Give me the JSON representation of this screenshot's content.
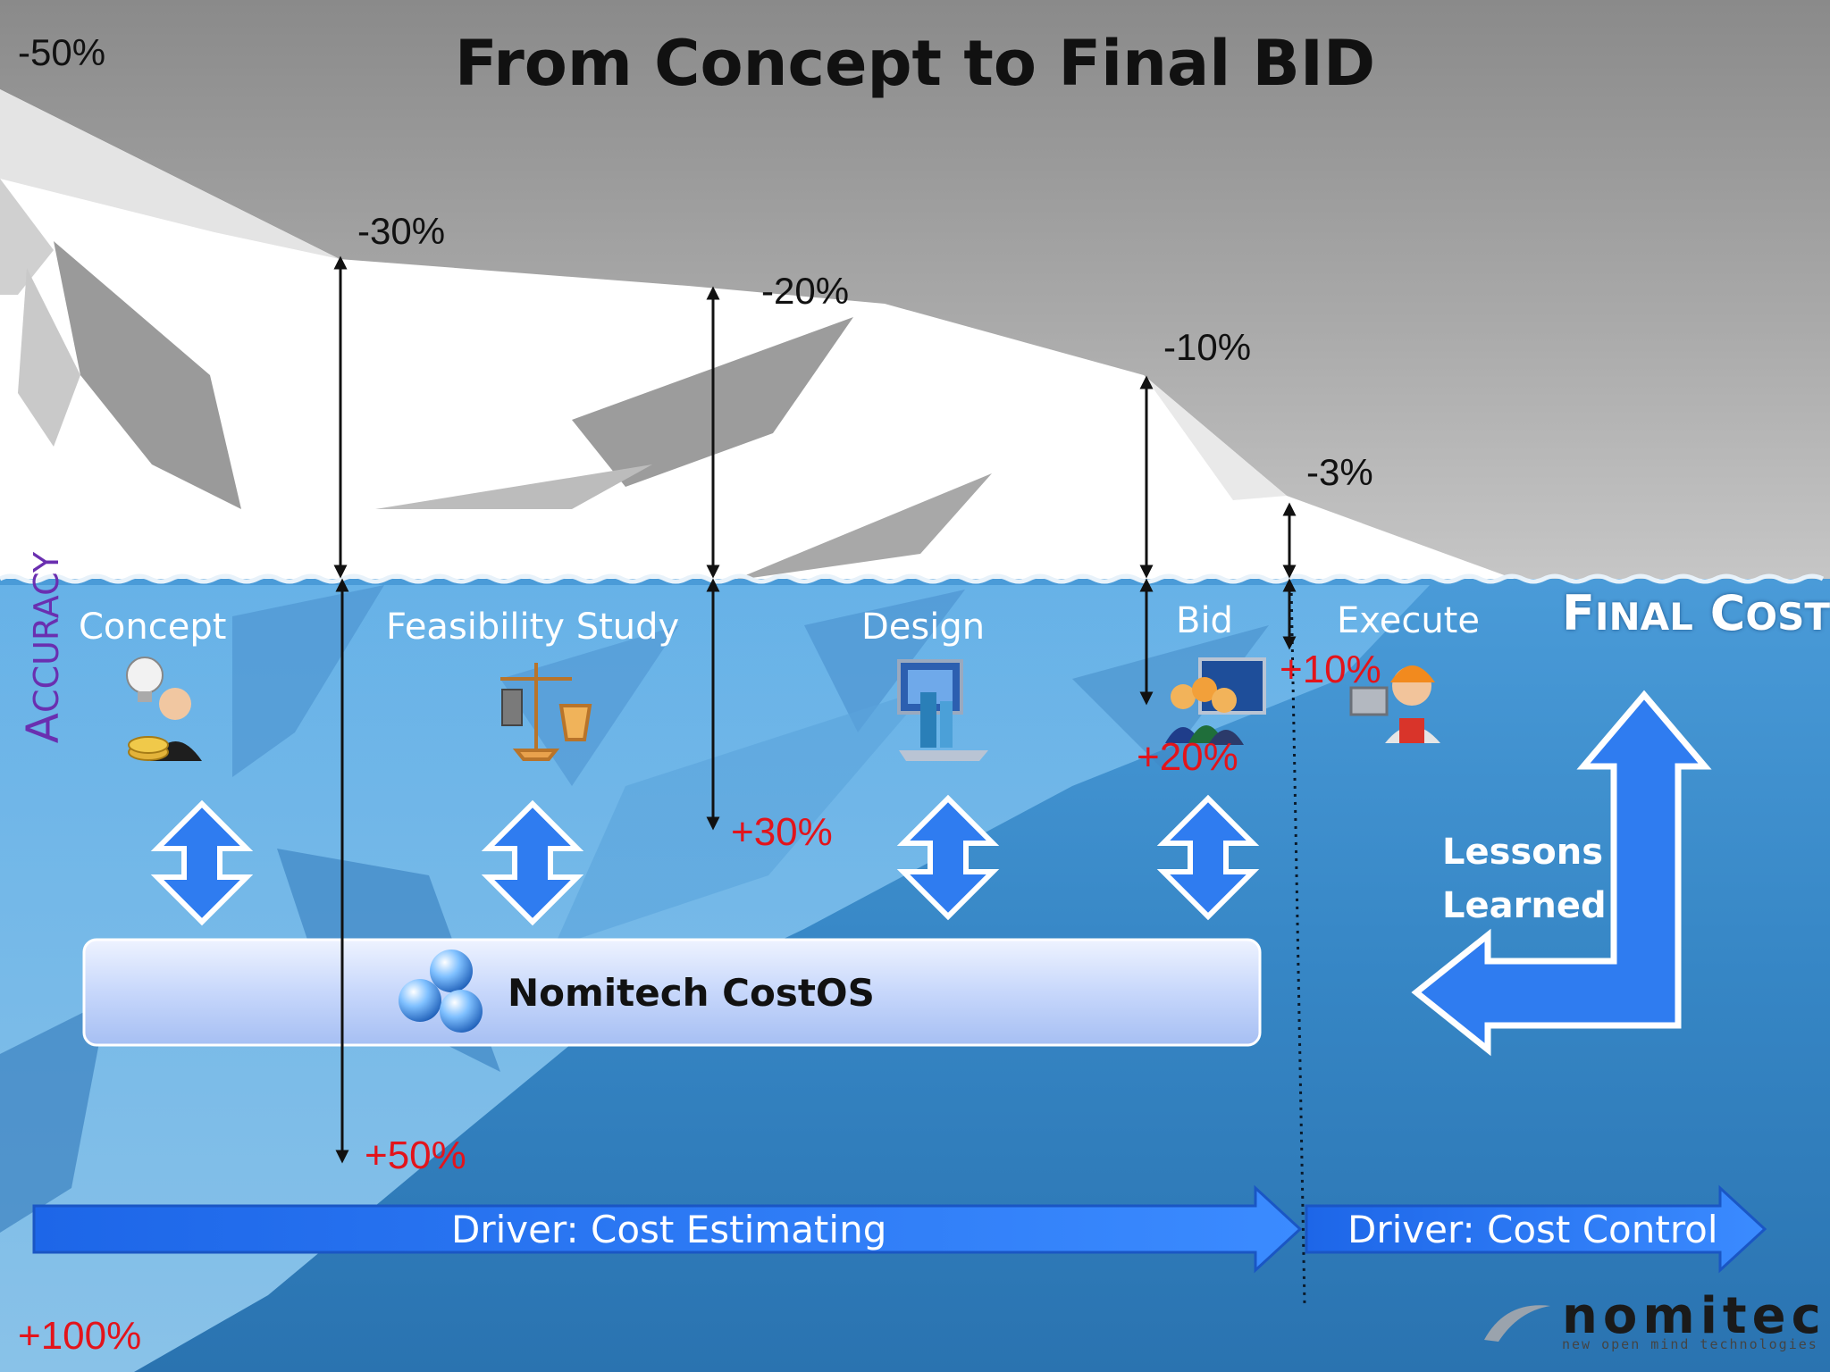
{
  "title": "From Concept to Final BID",
  "axis_label": {
    "first": "A",
    "rest": "CCURACY"
  },
  "final_cost": {
    "first_f": "F",
    "rest_f": "INAL",
    "first_c": "C",
    "rest_c": "OST"
  },
  "stages": [
    {
      "label": "Concept",
      "icon": "idea-businessman-icon"
    },
    {
      "label": "Feasibility Study",
      "icon": "scales-icon"
    },
    {
      "label": "Design",
      "icon": "design-computer-icon"
    },
    {
      "label": "Bid",
      "icon": "team-workers-icon"
    },
    {
      "label": "Execute",
      "icon": "construction-worker-icon"
    }
  ],
  "ranges": [
    {
      "upper": "-50%",
      "lower": "+100%"
    },
    {
      "upper": "-30%",
      "lower": "+50%"
    },
    {
      "upper": "-20%",
      "lower": "+30%"
    },
    {
      "upper": "-10%",
      "lower": "+20%"
    },
    {
      "upper": "-3%",
      "lower": "+10%"
    }
  ],
  "platform": {
    "name": "Nomitech CostOS",
    "icon": "spheres-logo-icon"
  },
  "feedback": {
    "line1": "Lessons",
    "line2": "Learned"
  },
  "drivers": {
    "estimating": "Driver: Cost Estimating",
    "control": "Driver: Cost Control"
  },
  "logo": {
    "name": "nomitech",
    "tagline": "new open mind technologies"
  },
  "colors": {
    "sky": "#8a8a8a",
    "water": "#3a8ccb",
    "arrow_blue": "#2f7cf0",
    "upper_text": "#111111",
    "lower_text": "#e3141b",
    "accuracy_text": "#6a2fb0"
  }
}
